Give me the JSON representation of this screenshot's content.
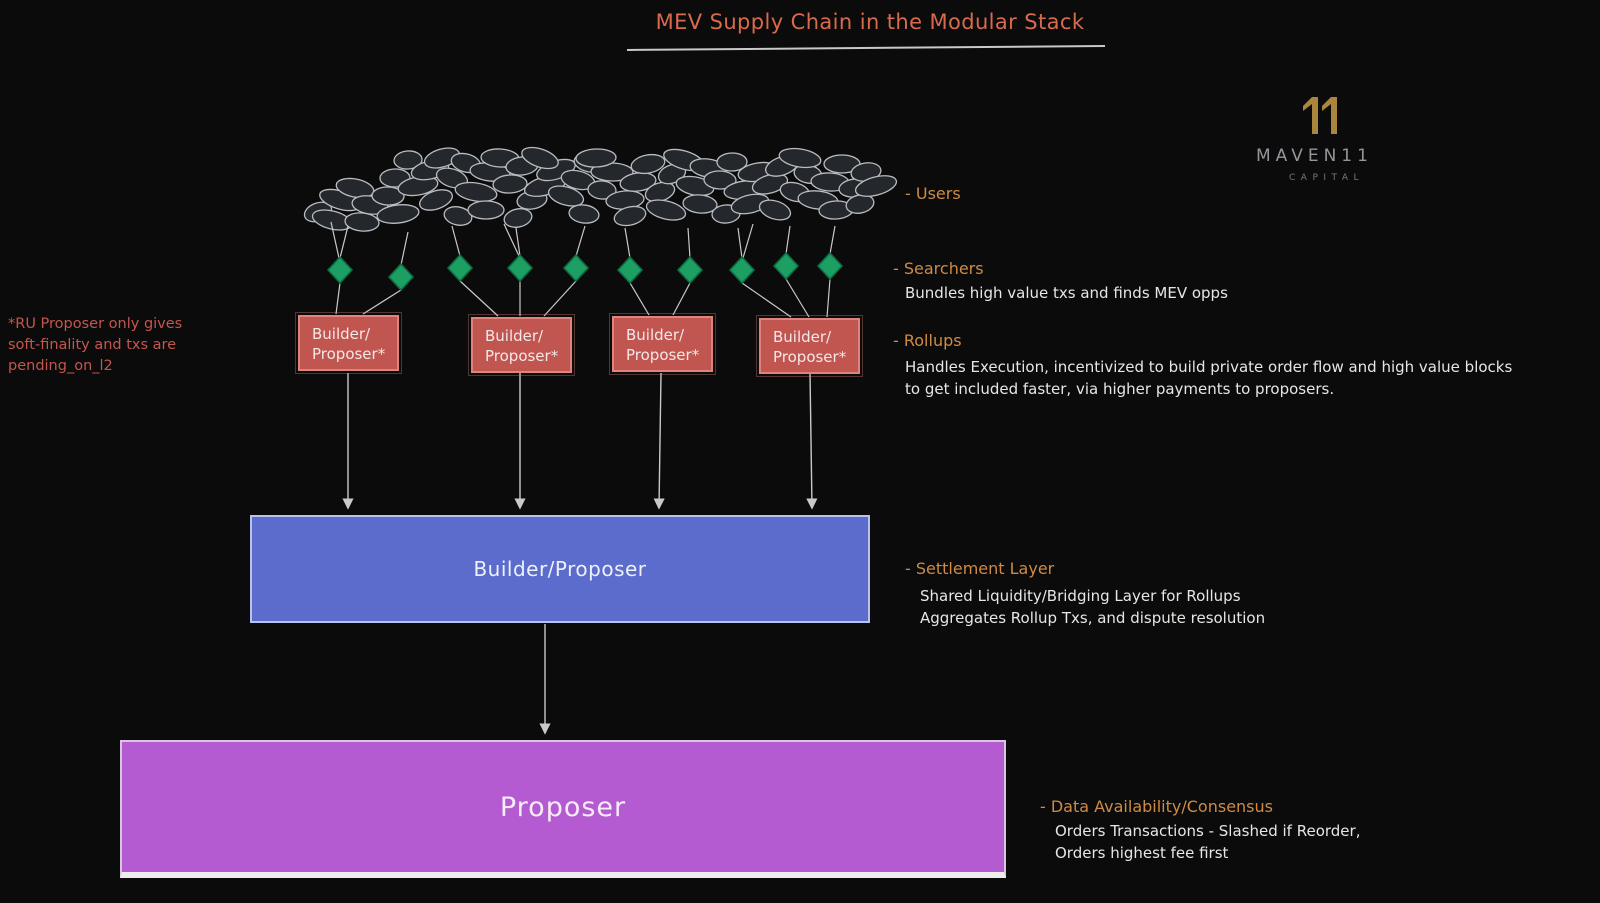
{
  "title": "MEV Supply Chain in the Modular Stack",
  "logo": {
    "name": "MAVEN11",
    "subtitle": "CAPITAL"
  },
  "side_note": {
    "line1": "*RU Proposer only gives",
    "line2": "soft-finality and txs are",
    "line3": "pending_on_l2"
  },
  "annotations": [
    {
      "label": "- Users"
    },
    {
      "label": "- Searchers",
      "line1": "Bundles high value txs and finds MEV opps"
    },
    {
      "label": "- Rollups",
      "line1": "Handles Execution, incentivized to build private order flow and high value blocks",
      "line2": "to get included faster, via higher payments to proposers."
    },
    {
      "label": "- Settlement Layer",
      "line1": "Shared Liquidity/Bridging Layer for Rollups",
      "line2": "Aggregates Rollup Txs, and dispute resolution"
    },
    {
      "label": "- Data Availability/Consensus",
      "line1": "Orders Transactions - Slashed if Reorder,",
      "line2": "Orders highest fee first"
    }
  ],
  "nodes": {
    "rollup_line1": "Builder/",
    "rollup_line2": "Proposer*",
    "settlement": "Builder/Proposer",
    "proposer": "Proposer"
  },
  "colors": {
    "background": "#0b0b0b",
    "title": "#d96a4e",
    "annotation_orange": "#cf8b44",
    "body_text": "#e8e6e3",
    "note_red": "#c4564e",
    "rollup_fill": "#c15651",
    "rollup_stroke": "#e0837c",
    "searcher_green": "#1d9e63",
    "searcher_stroke": "#0c6e42",
    "settlement_fill": "#5b6ccc",
    "settlement_stroke": "#b9c2ea",
    "proposer_fill": "#b45bd2",
    "connector": "#c9c9c9",
    "user_fill": "#24282c",
    "user_stroke": "#b9bdc1",
    "gold": "#ac853c",
    "logo_gray": "#93979c"
  }
}
